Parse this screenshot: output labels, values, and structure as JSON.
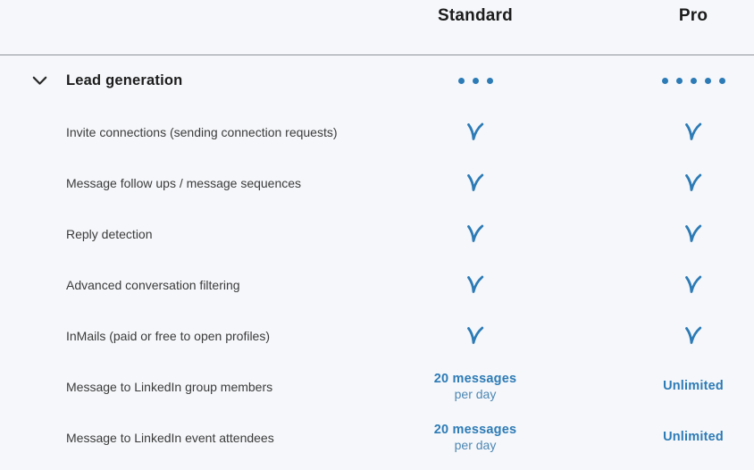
{
  "table": {
    "columns": [
      {
        "id": "standard",
        "label": "Standard"
      },
      {
        "id": "pro",
        "label": "Pro"
      }
    ],
    "section": {
      "label": "Lead generation",
      "standard_dots": 3,
      "pro_dots": 5
    },
    "rows": [
      {
        "label": "Invite connections (sending connection requests)",
        "standard": {
          "type": "check"
        },
        "pro": {
          "type": "check"
        }
      },
      {
        "label": "Message follow ups / message sequences",
        "standard": {
          "type": "check"
        },
        "pro": {
          "type": "check"
        }
      },
      {
        "label": "Reply detection",
        "standard": {
          "type": "check"
        },
        "pro": {
          "type": "check"
        }
      },
      {
        "label": "Advanced conversation filtering",
        "standard": {
          "type": "check"
        },
        "pro": {
          "type": "check"
        }
      },
      {
        "label": "InMails (paid or free to open profiles)",
        "standard": {
          "type": "check"
        },
        "pro": {
          "type": "check"
        }
      },
      {
        "label": "Message to LinkedIn group members",
        "standard": {
          "type": "text",
          "main": "20 messages",
          "sub": "per day"
        },
        "pro": {
          "type": "text",
          "main": "Unlimited"
        }
      },
      {
        "label": "Message to LinkedIn event attendees",
        "standard": {
          "type": "text",
          "main": "20 messages",
          "sub": "per day"
        },
        "pro": {
          "type": "text",
          "main": "Unlimited"
        }
      }
    ]
  },
  "colors": {
    "accent_blue": "#2d7bb6",
    "accent_blue_light": "#4d87b4",
    "background": "#f5f7fa",
    "divider": "#8e9399",
    "heading_text": "#1c1c1c",
    "body_text": "#3b3b3b"
  }
}
